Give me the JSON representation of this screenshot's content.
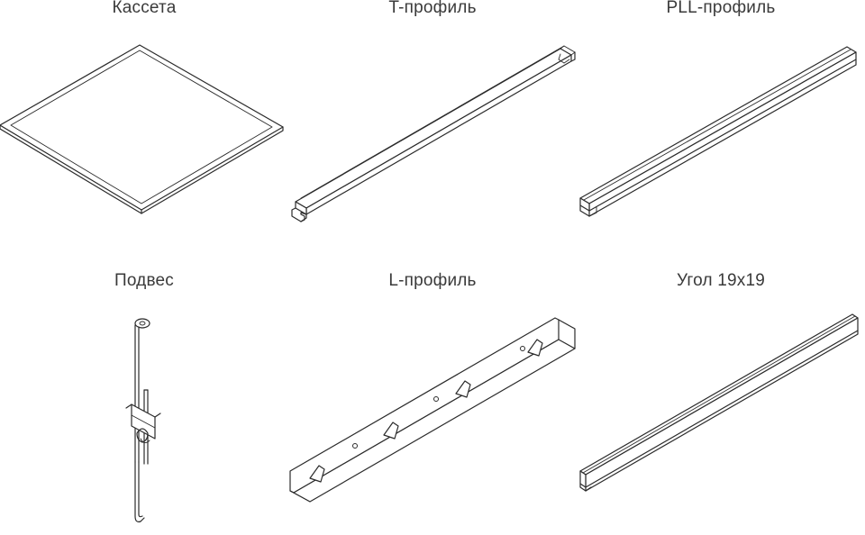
{
  "items": [
    {
      "label": "Кассета"
    },
    {
      "label": "T-профиль"
    },
    {
      "label": "PLL-профиль"
    },
    {
      "label": "Подвес"
    },
    {
      "label": "L-профиль"
    },
    {
      "label": "Угол 19x19"
    }
  ]
}
